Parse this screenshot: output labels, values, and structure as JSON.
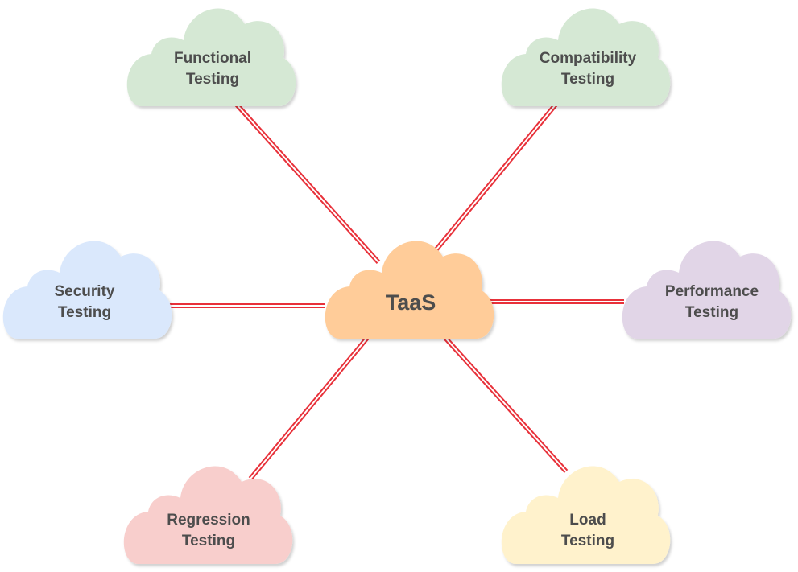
{
  "center": {
    "label": "TaaS",
    "color": "#ffcc99"
  },
  "nodes": [
    {
      "id": "functional",
      "line1": "Functional",
      "line2": "Testing",
      "color": "#d5e8d4"
    },
    {
      "id": "compatibility",
      "line1": "Compatibility",
      "line2": "Testing",
      "color": "#d5e8d4"
    },
    {
      "id": "security",
      "line1": "Security",
      "line2": "Testing",
      "color": "#dae8fc"
    },
    {
      "id": "performance",
      "line1": "Performance",
      "line2": "Testing",
      "color": "#e1d5e7"
    },
    {
      "id": "regression",
      "line1": "Regression",
      "line2": "Testing",
      "color": "#f8cecc"
    },
    {
      "id": "load",
      "line1": "Load",
      "line2": "Testing",
      "color": "#fff2cc"
    }
  ],
  "connector_color": "#e8313a"
}
